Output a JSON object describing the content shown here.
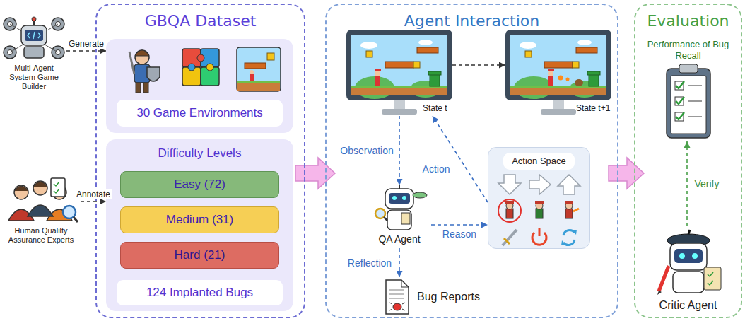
{
  "diagram": {
    "nodes": [
      {
        "text": [
          "Multi-Agent System Game Builder"
        ]
      },
      {
        "text": [
          "Human Qualilty Assurance Experts"
        ]
      },
      {
        "text": [
          "GBQA Dataset"
        ]
      },
      {
        "text": [
          "30 Game Environments"
        ],
        "in": 2
      },
      {
        "text": [
          "Difficulty Levels",
          "124 Implanted Bugs"
        ],
        "in": 2
      },
      {
        "text": [
          "Easy (72)"
        ],
        "in": 4
      },
      {
        "text": [
          "Medium (31)"
        ],
        "in": 4
      },
      {
        "text": [
          "Hard (21)"
        ],
        "in": 4
      },
      {
        "text": [
          "Agent Interaction"
        ]
      },
      {
        "text": [
          "State t"
        ],
        "in": 8
      },
      {
        "text": [
          "State t+1"
        ],
        "in": 8
      },
      {
        "text": [
          "QA Agent"
        ],
        "in": 8
      },
      {
        "text": [
          "Action Space"
        ],
        "in": 8
      },
      {
        "text": [
          "Bug Reports"
        ],
        "in": 8
      },
      {
        "text": [
          "Evaluation"
        ]
      },
      {
        "text": [
          "Performance of Bug Recall"
        ],
        "in": 14
      },
      {
        "text": [
          "Critic Agent"
        ],
        "in": 14
      }
    ],
    "edges": [
      {
        "from": 0,
        "to": 3,
        "label": "Generate",
        "arrow": "to"
      },
      {
        "from": 1,
        "to": 4,
        "label": "Annotate",
        "arrow": "to"
      },
      {
        "from": 2,
        "to": 8,
        "arrow": "to"
      },
      {
        "from": 9,
        "to": 10,
        "arrow": "to"
      },
      {
        "from": 9,
        "to": 11,
        "label": "Observation",
        "arrow": "to"
      },
      {
        "from": 11,
        "to": 12,
        "label": "Reason",
        "arrow": "to"
      },
      {
        "from": 12,
        "to": 9,
        "label": "Action",
        "arrow": "to"
      },
      {
        "from": 11,
        "to": 13,
        "label": "Reflection",
        "arrow": "to"
      },
      {
        "from": 8,
        "to": 14,
        "arrow": "to"
      },
      {
        "from": 16,
        "to": 15,
        "label": "Verify",
        "arrow": "to"
      }
    ]
  }
}
